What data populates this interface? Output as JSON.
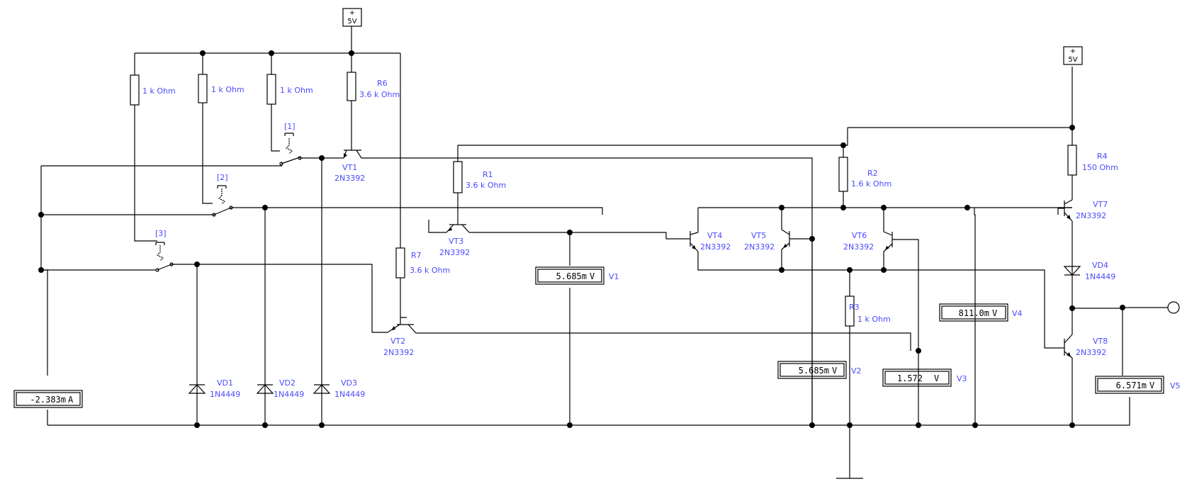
{
  "supplies": {
    "s1": "5V",
    "s2": "5V",
    "plus": "+"
  },
  "resistors": [
    {
      "label": "1 k Ohm"
    },
    {
      "label": "1 k Ohm"
    },
    {
      "label": "1 k Ohm"
    },
    {
      "name": "R6",
      "value": "3.6 k Ohm"
    },
    {
      "name": "R1",
      "value": "3.6 k Ohm"
    },
    {
      "name": "R7",
      "value": "3.6 k Ohm"
    },
    {
      "name": "R2",
      "value": "1.6 k Ohm"
    },
    {
      "name": "R3",
      "value": "1 k Ohm"
    },
    {
      "name": "R4",
      "value": "150  Ohm"
    }
  ],
  "switches": [
    {
      "key": "[1]"
    },
    {
      "key": "[2]"
    },
    {
      "key": "[3]"
    }
  ],
  "transistors": [
    {
      "name": "VT1",
      "model": "2N3392"
    },
    {
      "name": "VT2",
      "model": "2N3392"
    },
    {
      "name": "VT3",
      "model": "2N3392"
    },
    {
      "name": "VT4",
      "model": "2N3392"
    },
    {
      "name": "VT5",
      "model": "2N3392"
    },
    {
      "name": "VT6",
      "model": "2N3392"
    },
    {
      "name": "VT7",
      "model": "2N3392"
    },
    {
      "name": "VT8",
      "model": "2N3392"
    }
  ],
  "diodes": [
    {
      "name": "VD1",
      "model": "1N4449"
    },
    {
      "name": "VD2",
      "model": "1N4449"
    },
    {
      "name": "VD3",
      "model": "1N4449"
    },
    {
      "name": "VD4",
      "model": "1N4449"
    }
  ],
  "meters": [
    {
      "reading": "-2.383m",
      "unit": "A",
      "name": ""
    },
    {
      "reading": "5.685m",
      "unit": "V",
      "name": "V1"
    },
    {
      "reading": "5.685m",
      "unit": "V",
      "name": "V2"
    },
    {
      "reading": "1.572",
      "unit": "V",
      "name": "V3"
    },
    {
      "reading": "811.0m",
      "unit": "V",
      "name": "V4"
    },
    {
      "reading": "6.571m",
      "unit": "V",
      "name": "V5"
    }
  ],
  "colors": {
    "wire": "#000000",
    "label": "#4a4aff",
    "background": "#ffffff"
  }
}
